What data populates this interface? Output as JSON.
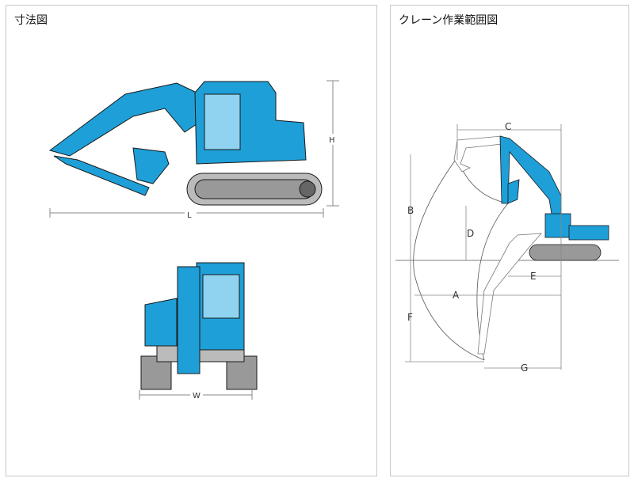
{
  "dimensions_panel": {
    "title": "寸法図",
    "labels": {
      "height": "H",
      "length": "L",
      "width": "W"
    }
  },
  "crane_panel": {
    "title": "クレーン作業範囲図",
    "labels": {
      "a": "A",
      "b": "B",
      "c": "C",
      "d": "D",
      "e": "E",
      "f": "F",
      "g": "G"
    }
  },
  "colors": {
    "machine_blue": "#1e9fd8",
    "outline": "#1a1a1a",
    "dim_line": "#888888"
  }
}
